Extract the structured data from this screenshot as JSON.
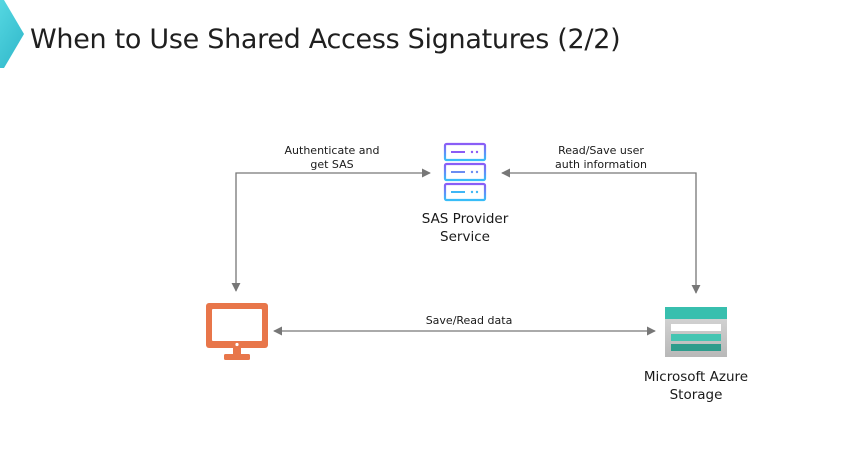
{
  "slide": {
    "title": "When to Use Shared Access Signatures (2/2)"
  },
  "diagram": {
    "nodes": {
      "sas_provider": {
        "label_line1": "SAS Provider",
        "label_line2": "Service",
        "icon": "server-icon"
      },
      "client": {
        "icon": "monitor-icon"
      },
      "azure_storage": {
        "label_line1": "Microsoft Azure",
        "label_line2": "Storage",
        "icon": "storage-icon"
      }
    },
    "edges": {
      "authenticate": {
        "line1": "Authenticate and",
        "line2": "get SAS"
      },
      "read_save_auth": {
        "line1": "Read/Save user",
        "line2": "auth information"
      },
      "save_read_data": {
        "line1": "Save/Read data"
      }
    }
  },
  "colors": {
    "accent_teal": "#3ec9d6",
    "monitor_orange": "#e8764a",
    "storage_teal": "#38bfae",
    "server_gradient_top": "#8b5cf6",
    "server_gradient_bottom": "#38bdf8",
    "arrow_gray": "#777777"
  }
}
